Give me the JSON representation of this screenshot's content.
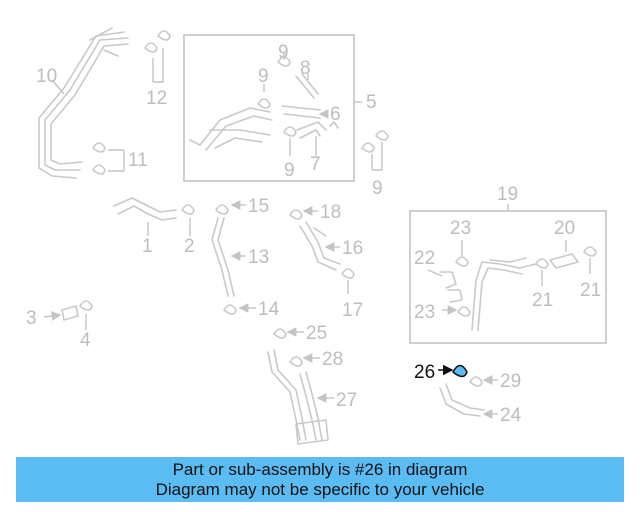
{
  "labels": {
    "n1": "1",
    "n2": "2",
    "n3": "3",
    "n4": "4",
    "n5": "5",
    "n6": "6",
    "n7": "7",
    "n8": "8",
    "n9a": "9",
    "n9b": "9",
    "n9c": "9",
    "n9d": "9",
    "n10": "10",
    "n11": "11",
    "n12": "12",
    "n13": "13",
    "n14": "14",
    "n15": "15",
    "n16": "16",
    "n17": "17",
    "n18": "18",
    "n19": "19",
    "n20": "20",
    "n21a": "21",
    "n21b": "21",
    "n22": "22",
    "n23a": "23",
    "n23b": "23",
    "n24": "24",
    "n25": "25",
    "n26": "26",
    "n27": "27",
    "n28": "28",
    "n29": "29"
  },
  "highlight": {
    "part_number": "26",
    "color": "#5bbcf4"
  },
  "banner": {
    "line1": "Part or sub-assembly is #26 in diagram",
    "line2": "Diagram may not be specific to your vehicle",
    "background": "#5bbcf4"
  }
}
